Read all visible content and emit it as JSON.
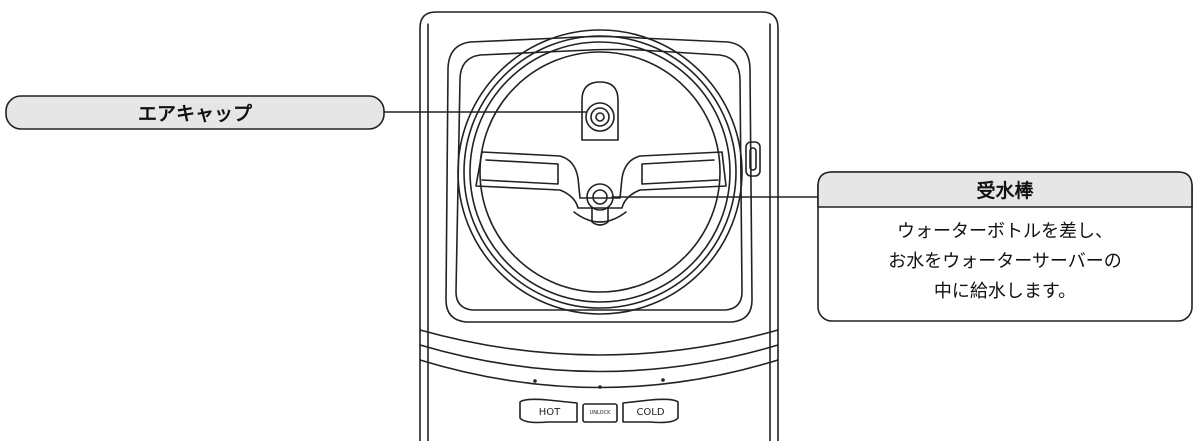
{
  "callouts": {
    "air_cap": {
      "label": "エアキャップ"
    },
    "receiver_rod": {
      "label": "受水棒",
      "description": [
        "ウォーターボトルを差し、",
        "お水をウォーターサーバーの",
        "中に給水します。"
      ]
    }
  },
  "control_buttons": {
    "hot": "HOT",
    "unlock": "UNLOCK",
    "cold": "COLD"
  },
  "colors": {
    "line": "#222222",
    "callout_fill": "#e6e6e6",
    "background": "#ffffff"
  }
}
